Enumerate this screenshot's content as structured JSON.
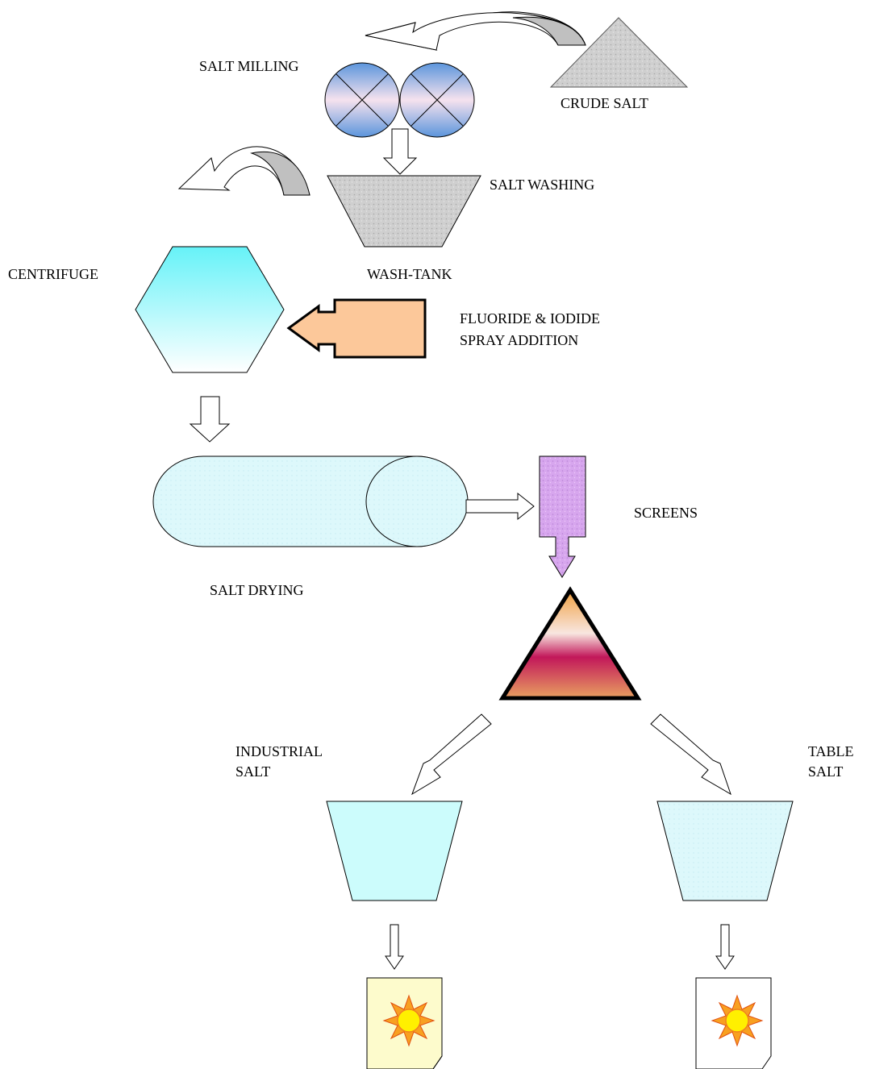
{
  "diagram": {
    "labels": {
      "salt_milling": "SALT MILLING",
      "crude_salt": "CRUDE SALT",
      "salt_washing": "SALT WASHING",
      "wash_tank": "WASH-TANK",
      "centrifuge": "CENTRIFUGE",
      "fluoride_line1": "FLUORIDE & IODIDE",
      "fluoride_line2": "SPRAY ADDITION",
      "screens": "SCREENS",
      "salt_drying": "SALT DRYING",
      "industrial_line1": "INDUSTRIAL",
      "industrial_line2": "SALT",
      "table_line1": "TABLE",
      "table_line2": "SALT"
    },
    "colors": {
      "crude_salt": "#c8c8c8",
      "mill_blue": "#6fa3e0",
      "mill_light": "#f3d8ea",
      "wash_tank": "#c8c8c8",
      "centrifuge_top": "#66f2f8",
      "centrifuge_bottom": "#ffffff",
      "spray_box": "#fcc99a",
      "dryer": "#ddfafc",
      "screens": "#d9a8ee",
      "sorter_top": "#f2a845",
      "sorter_mid": "#c81a5c",
      "industrial_bucket": "#ccfcfc",
      "table_bucket": "#dcf8fc",
      "doc_industrial": "#fdfbcc",
      "sun_core": "#fff000",
      "sun_ray": "#f8a020"
    }
  }
}
